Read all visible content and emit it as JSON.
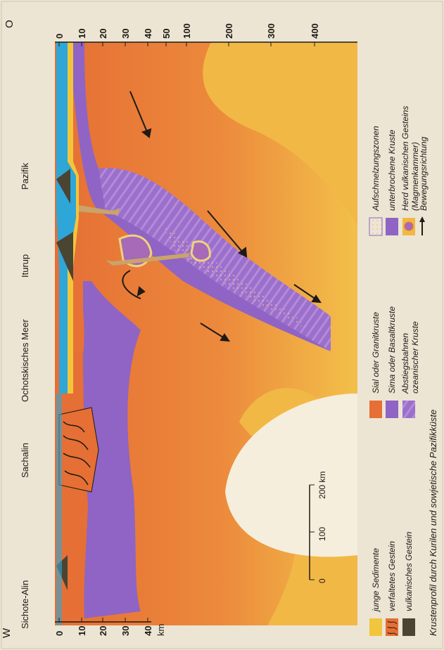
{
  "directions": {
    "west": "W",
    "east": "O"
  },
  "places": [
    "Sichote-Alin",
    "Sachalin",
    "Ochotskisches Meer",
    "Iturup",
    "Pazifik"
  ],
  "axis": {
    "unit": "km",
    "depth_ticks_top": [
      "0",
      "10",
      "20",
      "30",
      "40",
      "50",
      "100",
      "200",
      "300",
      "400"
    ],
    "depth_ticks_bottom": [
      "0",
      "10",
      "20",
      "30",
      "40"
    ]
  },
  "scale_bar": {
    "ticks": [
      "0",
      "100",
      "200 km"
    ]
  },
  "legend": {
    "col1": [
      "junge Sedimente",
      "verfaltetes Gestein",
      "vulkanisches Gestein"
    ],
    "col2": [
      "Sial oder Granitkruste",
      "Sima oder Basaltkruste",
      "Abstiegsbahnen",
      "ozeanischer Kruste"
    ],
    "col3": [
      "Aufschmelzungszonen",
      "unterbrochene Kruste",
      "Herd vulkanischen Gesteins",
      "(Magmenkammer)",
      "Bewegungsrichtung"
    ]
  },
  "caption": "Krustenprofil durch Kurilen und sowjetische Pazifikküste",
  "colors": {
    "mantle": "#e87a3a",
    "mantle_light": "#f2b845",
    "basalt": "#8f64c4",
    "ocean": "#2ea6d8",
    "sediment": "#f1c63c",
    "volcanic": "#4a4433"
  }
}
